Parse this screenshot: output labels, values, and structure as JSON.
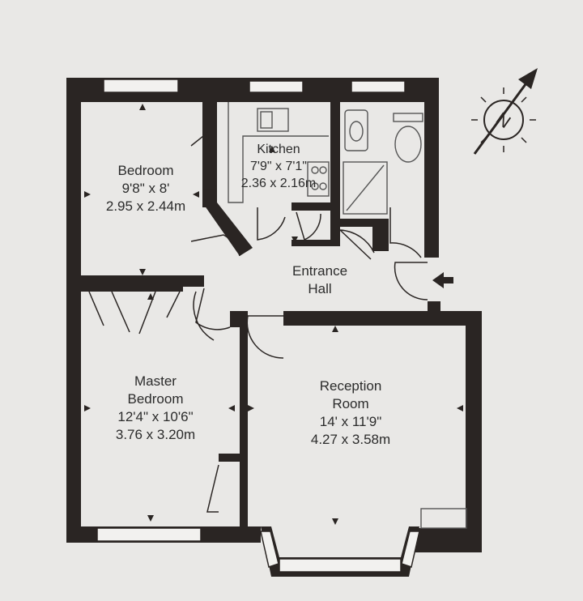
{
  "colors": {
    "paper": "#e9e8e6",
    "wall": "#2a2523",
    "window": "#f2f1ef",
    "fixture": "#555555",
    "text": "#2b2b2b"
  },
  "rooms": {
    "bedroom": {
      "name": "Bedroom",
      "imperial": "9'8\" x 8'",
      "metric": "2.95 x 2.44m"
    },
    "kitchen": {
      "name": "Kitchen",
      "imperial": "7'9\" x 7'1\"",
      "metric": "2.36 x 2.16m"
    },
    "entrance_hall": {
      "name_line1": "Entrance",
      "name_line2": "Hall"
    },
    "master_bedroom": {
      "name_line1": "Master",
      "name_line2": "Bedroom",
      "imperial": "12'4\" x 10'6\"",
      "metric": "3.76 x 3.20m"
    },
    "reception_room": {
      "name_line1": "Reception",
      "name_line2": "Room",
      "imperial": "14' x 11'9\"",
      "metric": "4.27 x 3.58m"
    }
  },
  "compass": {
    "icon": "north-arrow-icon",
    "letter": "N"
  },
  "entrance": {
    "icon": "entrance-arrow-icon"
  }
}
